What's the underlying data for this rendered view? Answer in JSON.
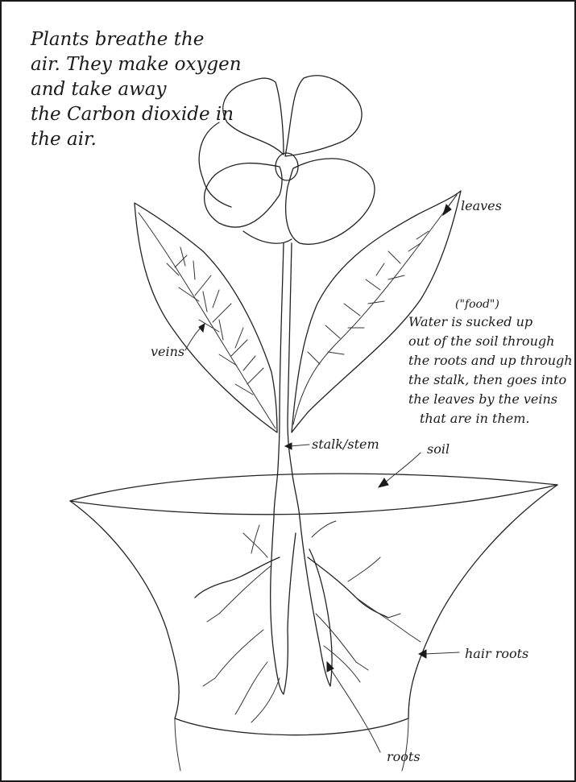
{
  "intro_lines": [
    "Plants breathe the",
    "air. They make oxygen",
    "and take away",
    "the Carbon dioxide in",
    "the air."
  ],
  "water_note": {
    "insert": "(\"food\")",
    "lines": [
      "Water is sucked up",
      "out of the soil through",
      "the roots and up through",
      "the stalk, then goes into",
      "the leaves by the veins",
      "that are in them."
    ]
  },
  "labels": {
    "leaves": "leaves",
    "veins": "veins",
    "stalk": "stalk/stem",
    "soil": "soil",
    "hair_roots": "hair roots",
    "roots": "roots"
  }
}
